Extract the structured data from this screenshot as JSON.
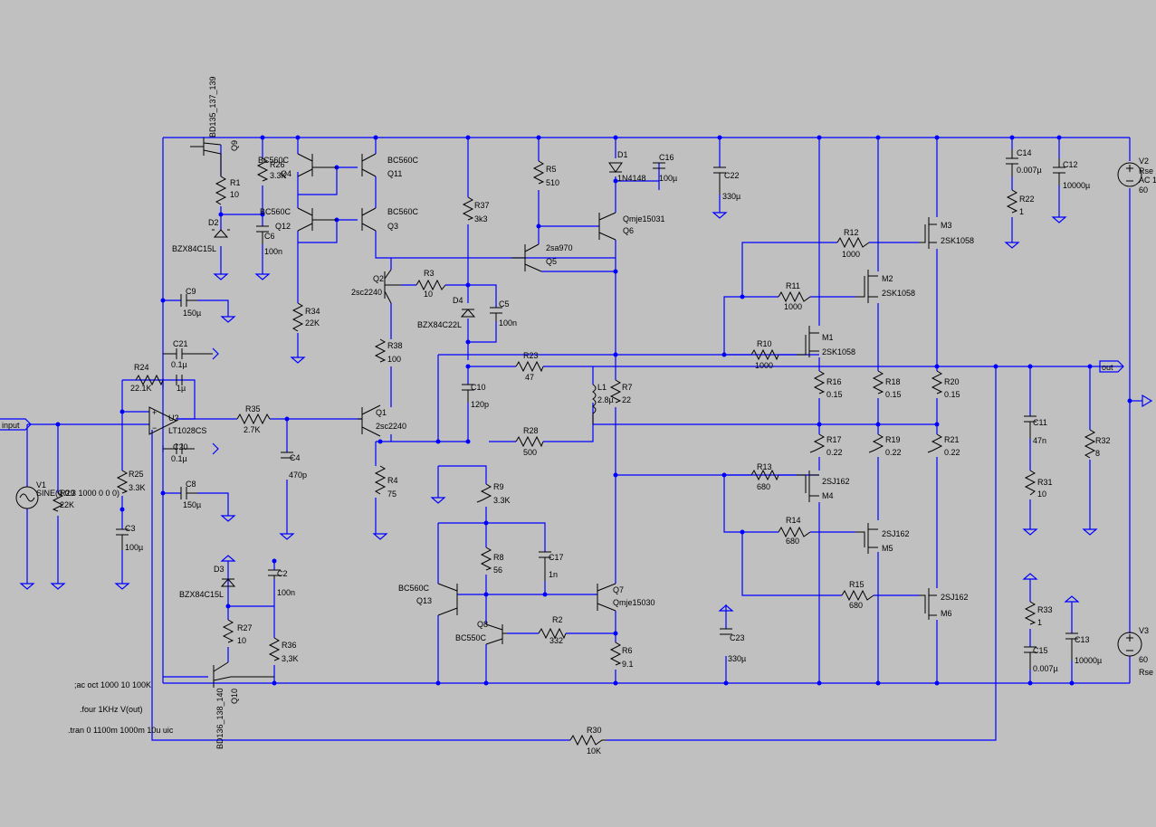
{
  "components": {
    "Q9": {
      "ref": "Q9",
      "model": "BD135_137_139"
    },
    "Q10": {
      "ref": "Q10",
      "model": "BD136_138_140"
    },
    "Q4": {
      "ref": "Q4",
      "model": "BC560C"
    },
    "Q11": {
      "ref": "Q11",
      "model": "BC560C"
    },
    "Q12": {
      "ref": "Q12",
      "model": "BC560C"
    },
    "Q3": {
      "ref": "Q3",
      "model": "BC560C"
    },
    "Q2": {
      "ref": "Q2",
      "model": "2sc2240"
    },
    "Q1": {
      "ref": "Q1",
      "model": "2sc2240"
    },
    "Q5": {
      "ref": "Q5",
      "model": "2sa970"
    },
    "Q6": {
      "ref": "Q6",
      "model": "Qmje15031"
    },
    "Q7": {
      "ref": "Q7",
      "model": "Qmje15030"
    },
    "Q8": {
      "ref": "Q8",
      "model": "BC550C"
    },
    "Q13": {
      "ref": "Q13",
      "model": "BC560C"
    },
    "M1": {
      "ref": "M1",
      "model": "2SK1058"
    },
    "M2": {
      "ref": "M2",
      "model": "2SK1058"
    },
    "M3": {
      "ref": "M3",
      "model": "2SK1058"
    },
    "M4": {
      "ref": "M4",
      "model": "2SJ162"
    },
    "M5": {
      "ref": "M5",
      "model": "2SJ162"
    },
    "M6": {
      "ref": "M6",
      "model": "2SJ162"
    },
    "U2": {
      "ref": "U2",
      "model": "LT1028CS"
    },
    "D1": {
      "ref": "D1",
      "model": "1N4148"
    },
    "D2": {
      "ref": "D2",
      "model": "BZX84C15L"
    },
    "D3": {
      "ref": "D3",
      "model": "BZX84C15L"
    },
    "D4": {
      "ref": "D4",
      "model": "BZX84C22L"
    },
    "L1": {
      "ref": "L1",
      "value": "2.8µ"
    },
    "R1": {
      "ref": "R1",
      "value": "10"
    },
    "R2": {
      "ref": "R2",
      "value": "332"
    },
    "R3": {
      "ref": "R3",
      "value": "10"
    },
    "R4": {
      "ref": "R4",
      "value": "75"
    },
    "R5": {
      "ref": "R5",
      "value": "510"
    },
    "R6": {
      "ref": "R6",
      "value": "9.1"
    },
    "R7": {
      "ref": "R7",
      "value": "22"
    },
    "R8": {
      "ref": "R8",
      "value": "56"
    },
    "R9": {
      "ref": "R9",
      "value": "3.3K"
    },
    "R10": {
      "ref": "R10",
      "value": "1000"
    },
    "R11": {
      "ref": "R11",
      "value": "1000"
    },
    "R12": {
      "ref": "R12",
      "value": "1000"
    },
    "R13": {
      "ref": "R13",
      "value": "680"
    },
    "R14": {
      "ref": "R14",
      "value": "680"
    },
    "R15": {
      "ref": "R15",
      "value": "680"
    },
    "R16": {
      "ref": "R16",
      "value": "0.15"
    },
    "R17": {
      "ref": "R17",
      "value": "0.22"
    },
    "R18": {
      "ref": "R18",
      "value": "0.15"
    },
    "R19": {
      "ref": "R19",
      "value": "0.22"
    },
    "R20": {
      "ref": "R20",
      "value": "0.15"
    },
    "R21": {
      "ref": "R21",
      "value": "0.22"
    },
    "R22": {
      "ref": "R22",
      "value": "1"
    },
    "R23": {
      "ref": "R23",
      "value": "47"
    },
    "R24": {
      "ref": "R24",
      "value": "22.1K"
    },
    "R25": {
      "ref": "R25",
      "value": "3.3K"
    },
    "R26": {
      "ref": "R26",
      "value": "3.3K"
    },
    "R27": {
      "ref": "R27",
      "value": "10"
    },
    "R28": {
      "ref": "R28",
      "value": "500"
    },
    "R29": {
      "ref": "R29",
      "value": "22K"
    },
    "R30": {
      "ref": "R30",
      "value": "10K"
    },
    "R31": {
      "ref": "R31",
      "value": "10"
    },
    "R32": {
      "ref": "R32",
      "value": "8"
    },
    "R33": {
      "ref": "R33",
      "value": "1"
    },
    "R34": {
      "ref": "R34",
      "value": "22K"
    },
    "R35": {
      "ref": "R35",
      "value": "2.7K"
    },
    "R36": {
      "ref": "R36",
      "value": "3,3K"
    },
    "R37": {
      "ref": "R37",
      "value": "3k3"
    },
    "R38": {
      "ref": "R38",
      "value": "100"
    },
    "C2": {
      "ref": "C2",
      "value": "100n"
    },
    "C3": {
      "ref": "C3",
      "value": "100µ"
    },
    "C4": {
      "ref": "C4",
      "value": "470p"
    },
    "C5": {
      "ref": "C5",
      "value": "100n"
    },
    "C6": {
      "ref": "C6",
      "value": "100n"
    },
    "C8": {
      "ref": "C8",
      "value": "150µ"
    },
    "C9": {
      "ref": "C9",
      "value": "150µ"
    },
    "C10": {
      "ref": "C10",
      "value": "120p"
    },
    "C11": {
      "ref": "C11",
      "value": "47n"
    },
    "C12": {
      "ref": "C12",
      "value": "10000µ"
    },
    "C13": {
      "ref": "C13",
      "value": "10000µ"
    },
    "C14": {
      "ref": "C14",
      "value": "0.007µ"
    },
    "C15": {
      "ref": "C15",
      "value": "0.007µ"
    },
    "C16": {
      "ref": "C16",
      "value": "100µ"
    },
    "C17": {
      "ref": "C17",
      "value": "1n"
    },
    "C20": {
      "ref": "C20",
      "value": "0.1µ"
    },
    "C21": {
      "ref": "C21",
      "value": "0.1µ"
    },
    "C22": {
      "ref": "C22",
      "value": "330µ"
    },
    "C23": {
      "ref": "C23",
      "value": "330µ"
    },
    "C_fb": {
      "value": "1µ"
    },
    "V1": {
      "ref": "V1",
      "value": "SINE(0 0.3 1000 0 0 0)"
    },
    "V2": {
      "ref": "V2",
      "value": "60",
      "line2": "Rse",
      "line3": "AC 1"
    },
    "V3": {
      "ref": "V3",
      "value": "60",
      "line2": "Rse"
    }
  },
  "nets": {
    "input": "input",
    "out": "out"
  },
  "directives": [
    ";ac oct 1000 10 100K",
    ".four 1KHz V(out)",
    ".tran 0 1100m 1000m 10u uic"
  ],
  "colors": {
    "background": "#c0c0c0",
    "wire": "#0000ff",
    "symbol": "#000000"
  }
}
